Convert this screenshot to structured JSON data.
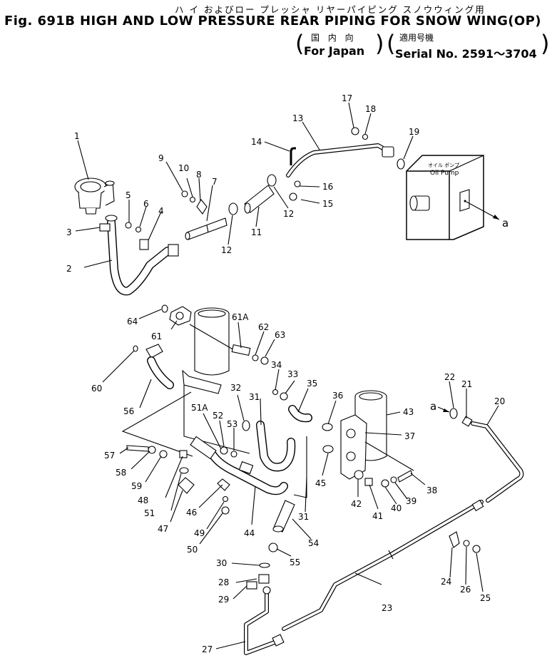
{
  "header": {
    "jp_title": "ハ イ およびロー プレッシャ リヤーパイピング スノウウィング用",
    "title": "Fig. 691B HIGH AND LOW PRESSURE REAR PIPING FOR SNOW WING(OP)",
    "sub_left_jp": "国 内 向",
    "sub_left_en": "For Japan",
    "sub_right_jp": "適用号機",
    "sub_right_en": "Serial No. 2591～3704"
  },
  "pump": {
    "jp": "オイル ポンプ",
    "en": "Oil Pump"
  },
  "connector_marks": {
    "right": "a",
    "left": "a"
  },
  "callouts": {
    "c1": "1",
    "c2": "2",
    "c3": "3",
    "c4": "4",
    "c5": "5",
    "c6": "6",
    "c7": "7",
    "c8": "8",
    "c9": "9",
    "c10": "10",
    "c11": "11",
    "c12a": "12",
    "c12b": "12",
    "c13": "13",
    "c14": "14",
    "c15": "15",
    "c16": "16",
    "c17": "17",
    "c18": "18",
    "c19": "19",
    "c20": "20",
    "c21": "21",
    "c22": "22",
    "c23": "23",
    "c24": "24",
    "c25": "25",
    "c26": "26",
    "c27": "27",
    "c28": "28",
    "c29": "29",
    "c30": "30",
    "c31a": "31",
    "c31b": "31",
    "c32": "32",
    "c33": "33",
    "c34": "34",
    "c35": "35",
    "c36": "36",
    "c37": "37",
    "c38": "38",
    "c39": "39",
    "c40": "40",
    "c41": "41",
    "c42": "42",
    "c43": "43",
    "c44": "44",
    "c45": "45",
    "c46": "46",
    "c47": "47",
    "c48": "48",
    "c49": "49",
    "c50": "50",
    "c51": "51",
    "c51a": "51A",
    "c52": "52",
    "c53": "53",
    "c54": "54",
    "c55": "55",
    "c56": "56",
    "c57": "57",
    "c58": "58",
    "c59": "59",
    "c60": "60",
    "c61": "61",
    "c61a": "61A",
    "c62": "62",
    "c63": "63",
    "c64": "64"
  }
}
